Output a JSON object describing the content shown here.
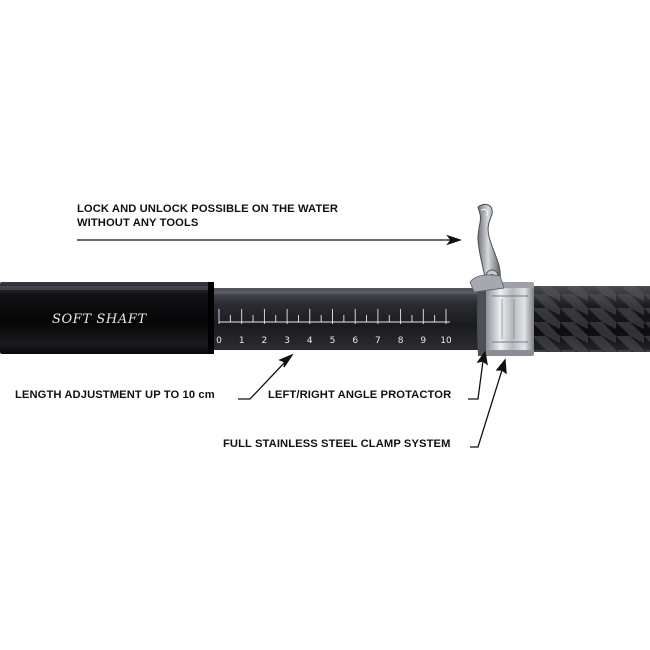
{
  "product": {
    "shaft_label": "SOFT SHAFT",
    "scale_numbers": [
      "0",
      "1",
      "2",
      "3",
      "4",
      "5",
      "6",
      "7",
      "8",
      "9",
      "10"
    ]
  },
  "callouts": {
    "lock_line1": "LOCK AND UNLOCK POSSIBLE ON THE WATER",
    "lock_line2": "WITHOUT ANY TOOLS",
    "length": "LENGTH ADJUSTMENT UP TO 10 cm",
    "angle": "LEFT/RIGHT ANGLE PROTACTOR",
    "clamp": "FULL STAINLESS STEEL CLAMP SYSTEM"
  },
  "colors": {
    "background": "#ffffff",
    "shaft_black": "#0c0c0e",
    "inner_tube": "#2a2b30",
    "steel": "#c9ccd1",
    "scale_marks": "#e8e8e8",
    "text": "#111111"
  }
}
